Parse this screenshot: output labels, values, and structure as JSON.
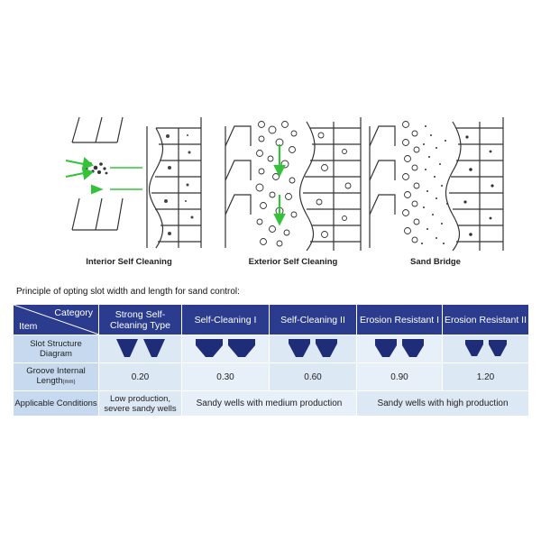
{
  "figures": [
    {
      "caption": "Interior Self Cleaning"
    },
    {
      "caption": "Exterior Self Cleaning"
    },
    {
      "caption": "Sand Bridge"
    }
  ],
  "principle_text": "Principle of opting slot width and length for sand control:",
  "table": {
    "corner": {
      "category": "Category",
      "item": "Item"
    },
    "headers": [
      "Strong Self-Cleaning Type",
      "Self-Cleaning I",
      "Self-Cleaning II",
      "Erosion Resistant I",
      "Erosion Resistant II"
    ],
    "row_labels": {
      "diagram": "Slot Structure Diagram",
      "groove_main": "Groove Internal Length",
      "groove_unit": "(mm)",
      "applicable": "Applicable Conditions"
    },
    "groove_values": [
      "0.20",
      "0.30",
      "0.60",
      "0.90",
      "1.20"
    ],
    "conditions": {
      "low": "Low production, severe sandy wells",
      "medium": "Sandy wells with medium production",
      "high": "Sandy wells with high production"
    }
  },
  "colors": {
    "header_bg": "#2b3c8f",
    "slot_fill": "#1f2d78",
    "row_label_bg": "#c7d9ef",
    "cell_bg": "#dde8f5",
    "arrow_green": "#35c23a"
  }
}
